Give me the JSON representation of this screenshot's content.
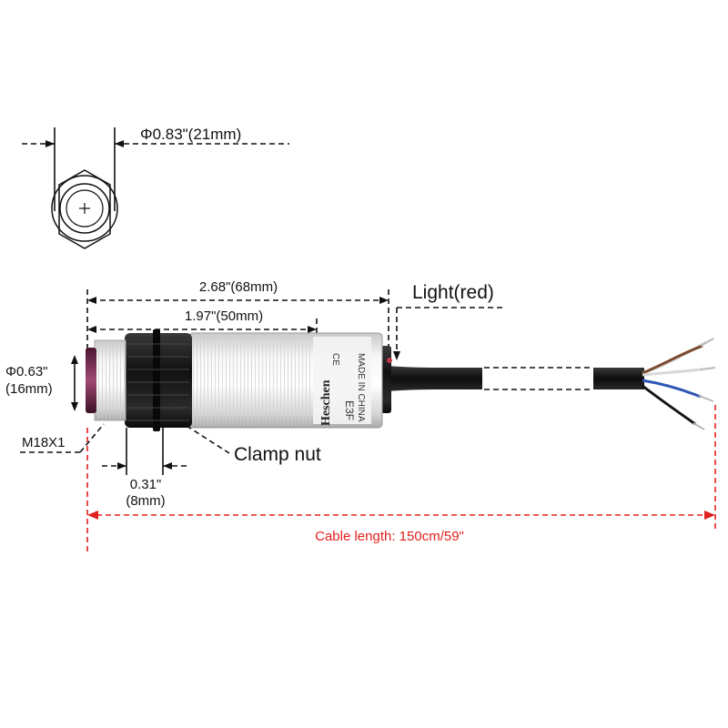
{
  "end_view": {
    "diameter_label": "Φ0.83\"(21mm)"
  },
  "side_view": {
    "total_length_label": "2.68\"(68mm)",
    "body_length_label": "1.97\"(50mm)",
    "lens_diameter_label_line1": "Φ0.63\"",
    "lens_diameter_label_line2": "(16mm)",
    "thread_label": "M18X1",
    "nut_width_label_line1": "0.31\"",
    "nut_width_label_line2": "(8mm)",
    "light_label": "Light(red)",
    "clamp_nut_label": "Clamp nut",
    "cable_length_label": "Cable length: 150cm/59\""
  },
  "body_markings": {
    "brand": "Heschen",
    "model": "E3F",
    "origin": "MADE IN CHINA",
    "cert": "CE"
  },
  "colors": {
    "cable_dimension": "#e0201c",
    "lens": "#7a2748",
    "nut": "#1c1c1c",
    "body": "#ececec",
    "cable": "#151515",
    "wire_brown": "#7a4a2e",
    "wire_blue": "#2f56b5",
    "wire_black": "#141414",
    "wire_white": "#d8d8d8"
  }
}
